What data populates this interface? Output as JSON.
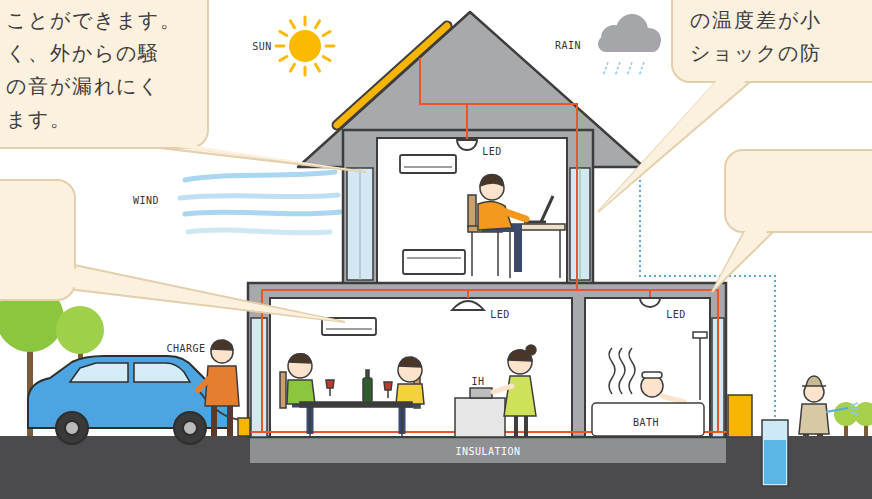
{
  "diagram": {
    "nodes": [
      {
        "text": [
          "ことができます。 く、外からの騒 の音が漏れにく ます。"
        ]
      },
      {
        "text": [
          "の温度差が小 ショックの防"
        ]
      }
    ],
    "labels": [
      "SUN",
      "RAIN",
      "LED",
      "WIND",
      "LED",
      "LED",
      "CHARGE",
      "IH",
      "BATH",
      "INSULATION"
    ]
  }
}
